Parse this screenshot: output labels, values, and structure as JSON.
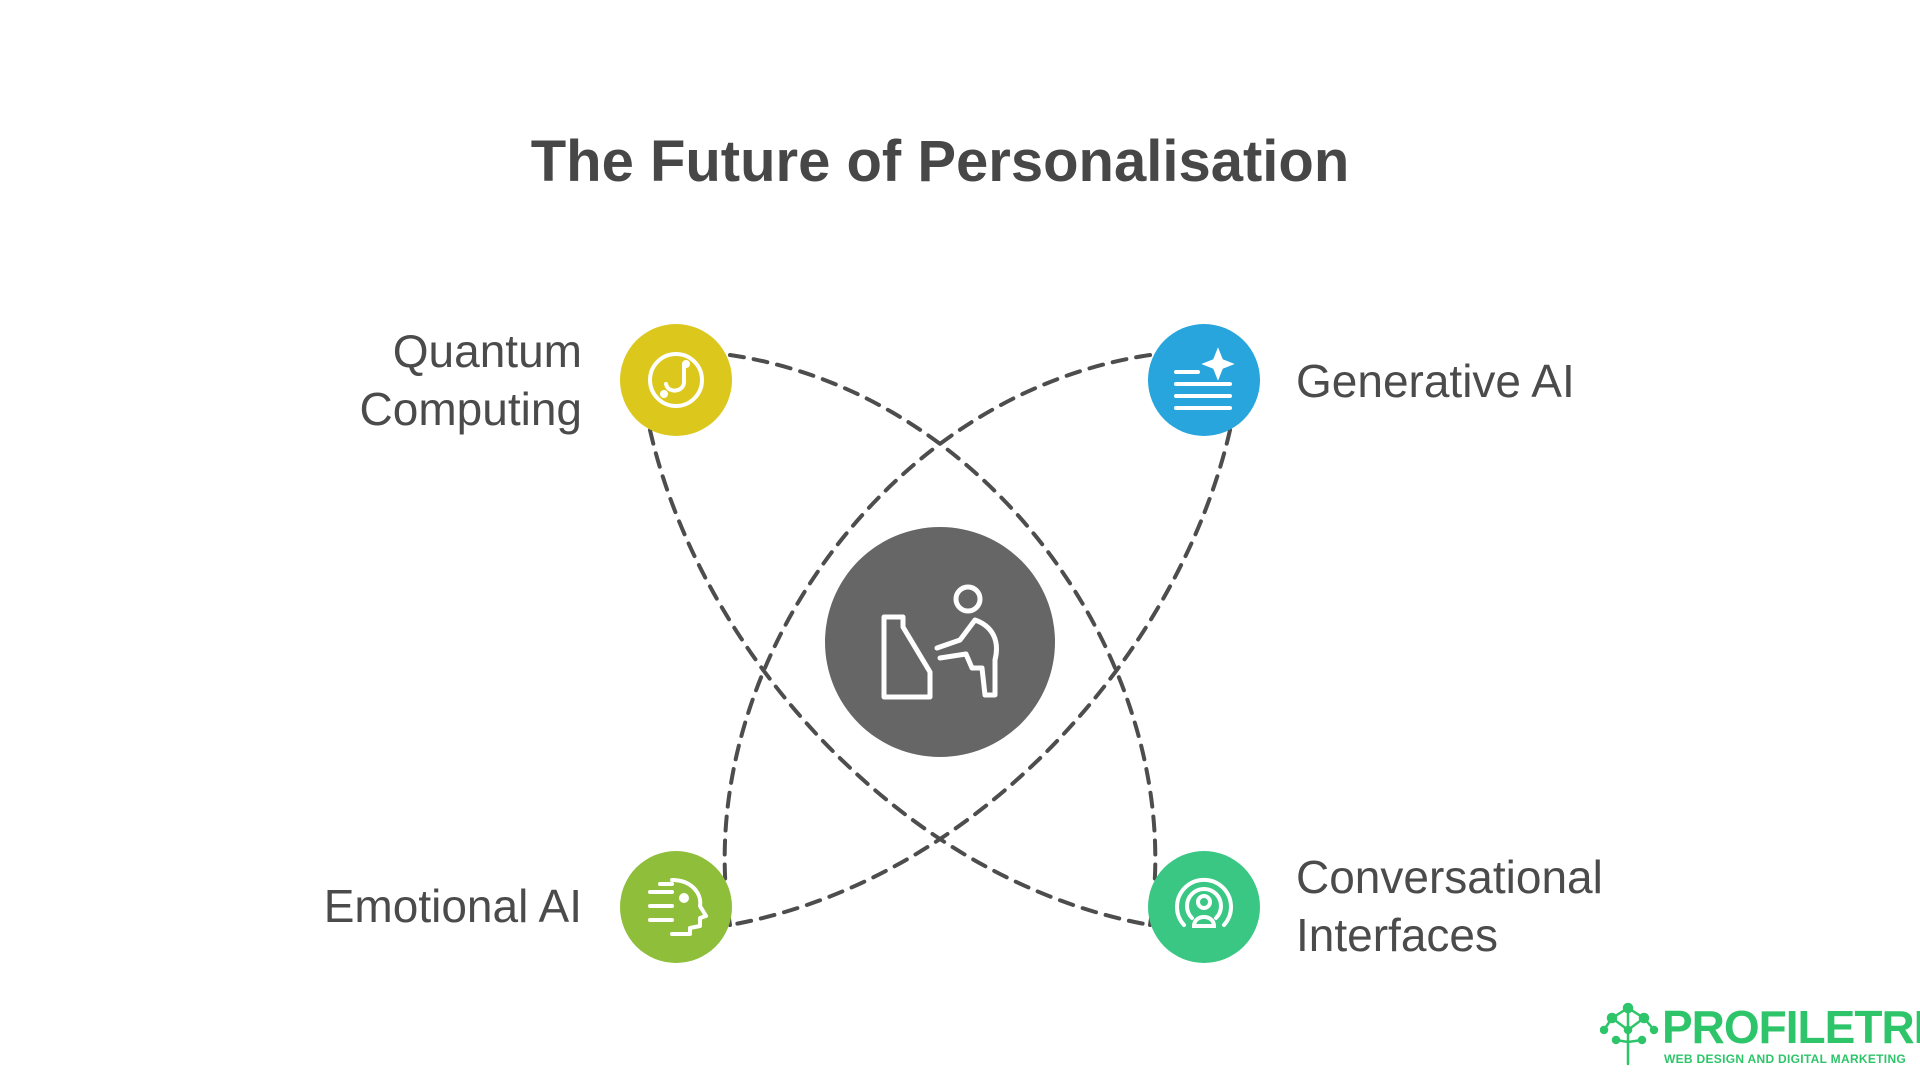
{
  "title": "The Future of Personalisation",
  "center": {
    "icon": "person-at-kiosk-icon",
    "color": "#666666"
  },
  "nodes": [
    {
      "label_lines": [
        "Quantum",
        "Computing"
      ],
      "icon": "quantum-circle-icon",
      "color": "#dcc81c"
    },
    {
      "label_lines": [
        "Generative AI"
      ],
      "icon": "generative-text-sparkle-icon",
      "color": "#27a5dc"
    },
    {
      "label_lines": [
        "Emotional AI"
      ],
      "icon": "ai-head-icon",
      "color": "#8fbe3b"
    },
    {
      "label_lines": [
        "Conversational",
        "Interfaces"
      ],
      "icon": "broadcast-person-icon",
      "color": "#3ac784"
    }
  ],
  "logo": {
    "wordmark": "PROFILETREE",
    "tagline": "WEB DESIGN AND DIGITAL MARKETING",
    "color": "#2ec56a"
  }
}
